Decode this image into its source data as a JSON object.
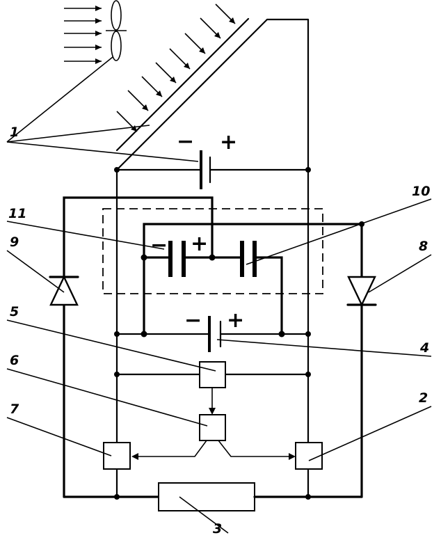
{
  "labels": {
    "n1": "1",
    "n2": "2",
    "n3": "3",
    "n4": "4",
    "n5": "5",
    "n6": "6",
    "n7": "7",
    "n8": "8",
    "n9": "9",
    "n10": "10",
    "n11": "11"
  },
  "polarity": {
    "panel_minus": "−",
    "panel_plus": "+",
    "c11_minus": "−",
    "c11_plus": "+",
    "c4_minus": "−",
    "c4_plus": "+"
  }
}
